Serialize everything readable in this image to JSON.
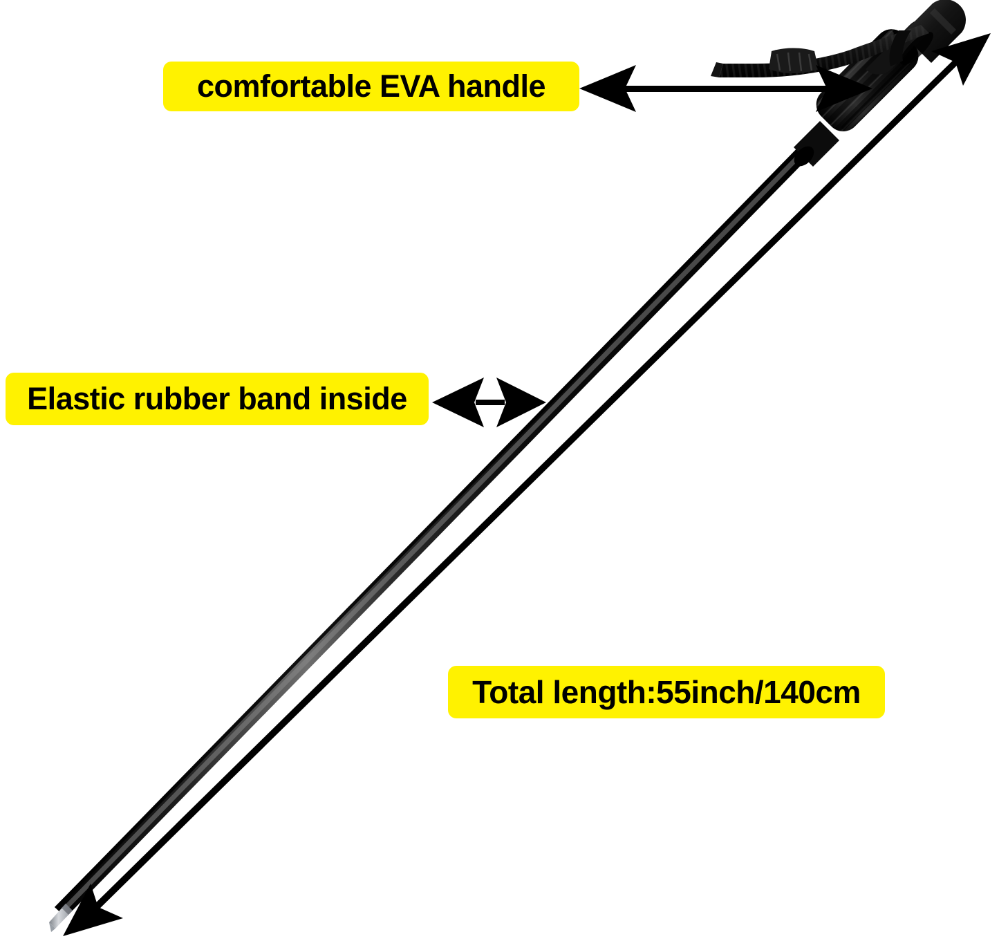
{
  "product": {
    "name": "trekking-pole",
    "description": "Black collapsible trekking pole shown diagonally with annotation callouts",
    "parts": {
      "handle": "EVA foam grip with finger ribbing",
      "cap": "rounded top cap",
      "strap": "adjustable webbing wrist strap with plastic buckle",
      "shaft": "glossy black aluminum shaft",
      "tip": "metallic carbide tip"
    }
  },
  "colors": {
    "callout_background": "#FFF200",
    "callout_text": "#000000",
    "page_background": "#FFFFFF",
    "pole_body": "#111111",
    "pole_highlight": "#6f6f6f",
    "tip_metal": "#b9bcc2",
    "arrow": "#000000"
  },
  "callouts": [
    {
      "id": "handle",
      "label": "comfortable EVA handle",
      "arrow": "double-headed-horizontal-arrow"
    },
    {
      "id": "band",
      "label": "Elastic rubber band inside",
      "arrow": "double-headed-horizontal-arrow"
    },
    {
      "id": "length",
      "label": "Total length:55inch/140cm",
      "arrow": "double-headed-diagonal-arrow"
    }
  ],
  "annotations": {
    "handle_label": "comfortable EVA handle",
    "band_label": "Elastic rubber band inside",
    "length_label": "Total length:55inch/140cm"
  },
  "measurements": {
    "total_length_inch": "55inch",
    "total_length_cm": "140cm"
  }
}
